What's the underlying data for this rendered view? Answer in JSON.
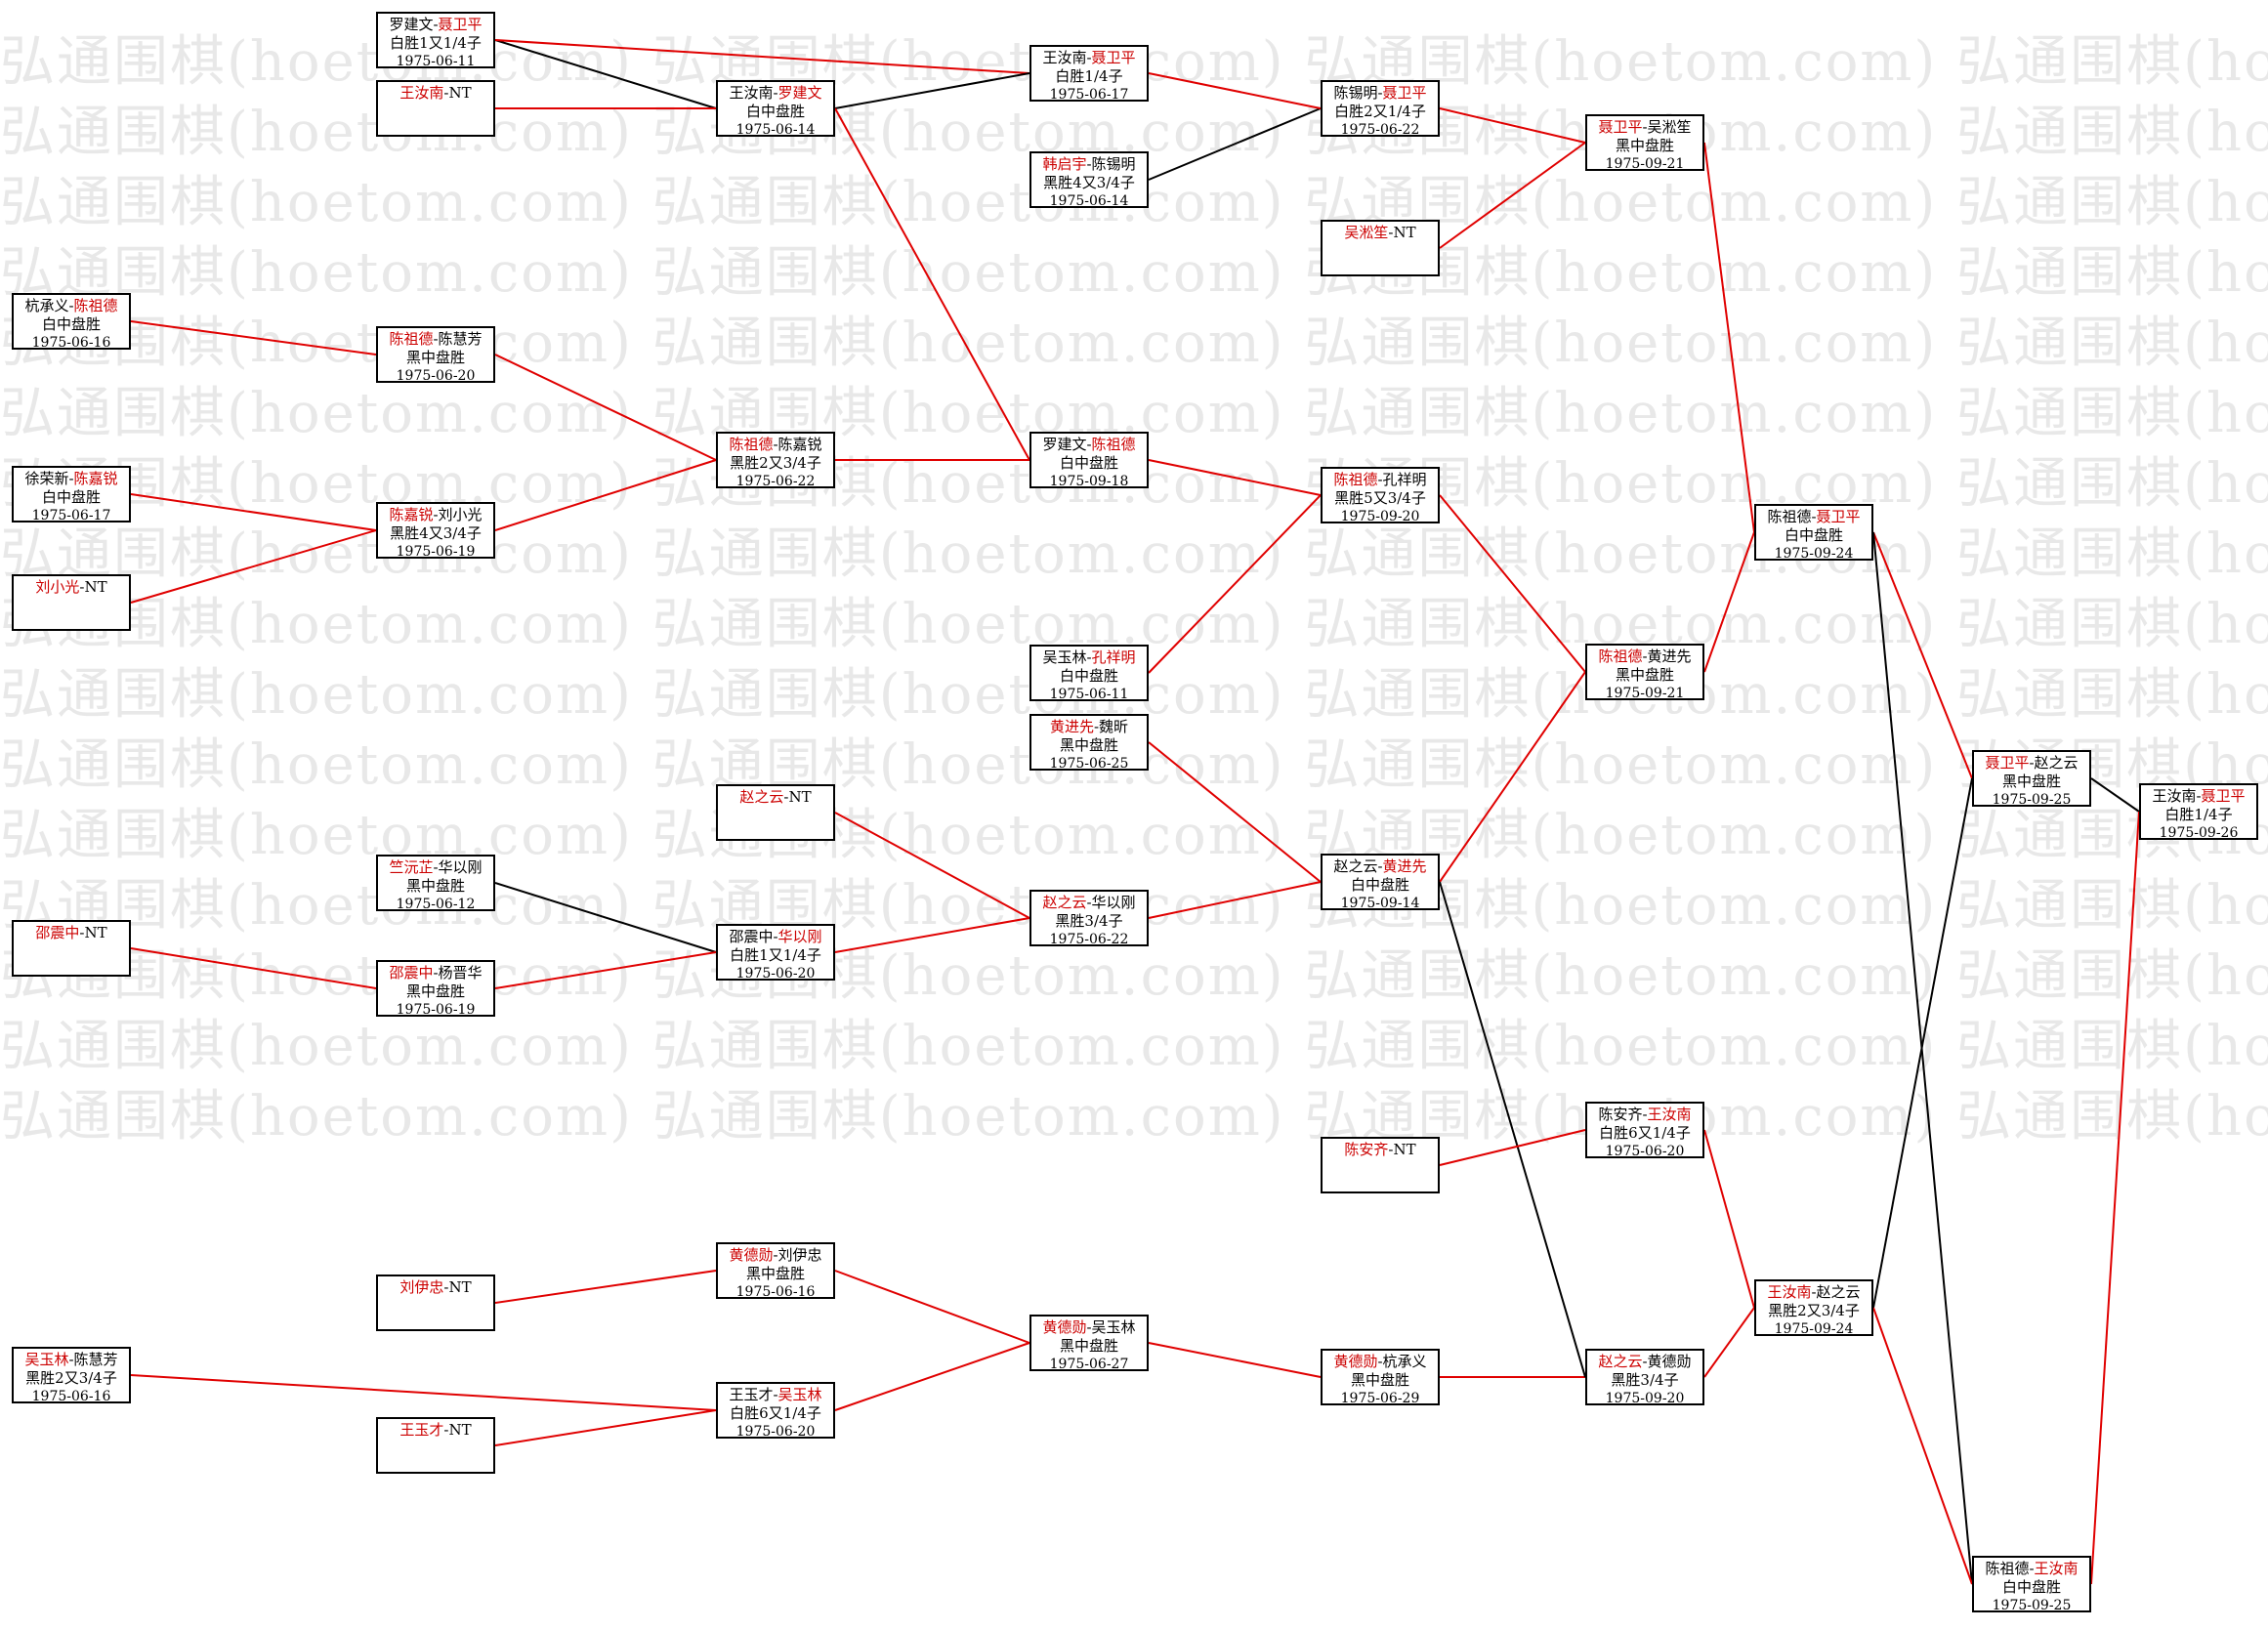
{
  "watermark_text": "弘通围棋(hoetom.com)",
  "colors": {
    "winner": "#cc0000",
    "line_win": "#e00000",
    "line_other": "#000000",
    "border": "#000000"
  },
  "matches": [
    {
      "id": "m1",
      "p1": "罗建文",
      "p2": "聂卫平",
      "winner": 2,
      "result": "白胜1又1/4子",
      "date": "1975-06-11"
    },
    {
      "id": "m2",
      "p1": "王汝南",
      "p2": "",
      "winner": 1,
      "result": "",
      "date": "",
      "nt": "NT"
    },
    {
      "id": "m3",
      "p1": "杭承义",
      "p2": "陈祖德",
      "winner": 2,
      "result": "白中盘胜",
      "date": "1975-06-16"
    },
    {
      "id": "m4",
      "p1": "徐荣新",
      "p2": "陈嘉锐",
      "winner": 2,
      "result": "白中盘胜",
      "date": "1975-06-17"
    },
    {
      "id": "m5",
      "p1": "刘小光",
      "p2": "",
      "winner": 1,
      "result": "",
      "date": "",
      "nt": "NT"
    },
    {
      "id": "m6",
      "p1": "邵震中",
      "p2": "",
      "winner": 1,
      "result": "",
      "date": "",
      "nt": "NT"
    },
    {
      "id": "m7",
      "p1": "吴玉林",
      "p2": "陈慧芳",
      "winner": 1,
      "result": "黑胜2又3/4子",
      "date": "1975-06-16"
    },
    {
      "id": "m8",
      "p1": "王汝南",
      "p2": "罗建文",
      "winner": 2,
      "result": "白中盘胜",
      "date": "1975-06-14"
    },
    {
      "id": "m9",
      "p1": "陈祖德",
      "p2": "陈慧芳",
      "winner": 1,
      "result": "黑中盘胜",
      "date": "1975-06-20"
    },
    {
      "id": "m10",
      "p1": "陈嘉锐",
      "p2": "刘小光",
      "winner": 1,
      "result": "黑胜4又3/4子",
      "date": "1975-06-19"
    },
    {
      "id": "m11",
      "p1": "竺沅芷",
      "p2": "华以刚",
      "winner": 1,
      "result": "黑中盘胜",
      "date": "1975-06-12"
    },
    {
      "id": "m12",
      "p1": "邵震中",
      "p2": "杨晋华",
      "winner": 1,
      "result": "黑中盘胜",
      "date": "1975-06-19"
    },
    {
      "id": "m13",
      "p1": "刘伊忠",
      "p2": "",
      "winner": 1,
      "result": "",
      "date": "",
      "nt": "NT"
    },
    {
      "id": "m14",
      "p1": "王玉才",
      "p2": "",
      "winner": 1,
      "result": "",
      "date": "",
      "nt": "NT"
    },
    {
      "id": "m15",
      "p1": "陈祖德",
      "p2": "陈嘉锐",
      "winner": 1,
      "result": "黑胜2又3/4子",
      "date": "1975-06-22"
    },
    {
      "id": "m16",
      "p1": "赵之云",
      "p2": "",
      "winner": 1,
      "result": "",
      "date": "",
      "nt": "NT"
    },
    {
      "id": "m17",
      "p1": "邵震中",
      "p2": "华以刚",
      "winner": 2,
      "result": "白胜1又1/4子",
      "date": "1975-06-20"
    },
    {
      "id": "m18",
      "p1": "黄德勋",
      "p2": "刘伊忠",
      "winner": 1,
      "result": "黑中盘胜",
      "date": "1975-06-16"
    },
    {
      "id": "m19",
      "p1": "王玉才",
      "p2": "吴玉林",
      "winner": 2,
      "result": "白胜6又1/4子",
      "date": "1975-06-20"
    },
    {
      "id": "m20",
      "p1": "王汝南",
      "p2": "聂卫平",
      "winner": 2,
      "result": "白胜1/4子",
      "date": "1975-06-17"
    },
    {
      "id": "m21",
      "p1": "韩启宇",
      "p2": "陈锡明",
      "winner": 1,
      "result": "黑胜4又3/4子",
      "date": "1975-06-14"
    },
    {
      "id": "m22",
      "p1": "罗建文",
      "p2": "陈祖德",
      "winner": 2,
      "result": "白中盘胜",
      "date": "1975-09-18"
    },
    {
      "id": "m23",
      "p1": "吴玉林",
      "p2": "孔祥明",
      "winner": 2,
      "result": "白中盘胜",
      "date": "1975-06-11"
    },
    {
      "id": "m24",
      "p1": "黄进先",
      "p2": "魏昕",
      "winner": 1,
      "result": "黑中盘胜",
      "date": "1975-06-25"
    },
    {
      "id": "m25",
      "p1": "赵之云",
      "p2": "华以刚",
      "winner": 1,
      "result": "黑胜3/4子",
      "date": "1975-06-22"
    },
    {
      "id": "m26",
      "p1": "黄德勋",
      "p2": "吴玉林",
      "winner": 1,
      "result": "黑中盘胜",
      "date": "1975-06-27"
    },
    {
      "id": "m27",
      "p1": "陈锡明",
      "p2": "聂卫平",
      "winner": 2,
      "result": "白胜2又1/4子",
      "date": "1975-06-22"
    },
    {
      "id": "m28",
      "p1": "吴淞笙",
      "p2": "",
      "winner": 1,
      "result": "",
      "date": "",
      "nt": "NT"
    },
    {
      "id": "m29",
      "p1": "陈祖德",
      "p2": "孔祥明",
      "winner": 1,
      "result": "黑胜5又3/4子",
      "date": "1975-09-20"
    },
    {
      "id": "m30",
      "p1": "赵之云",
      "p2": "黄进先",
      "winner": 2,
      "result": "白中盘胜",
      "date": "1975-09-14"
    },
    {
      "id": "m31",
      "p1": "陈安齐",
      "p2": "",
      "winner": 1,
      "result": "",
      "date": "",
      "nt": "NT"
    },
    {
      "id": "m32",
      "p1": "黄德勋",
      "p2": "杭承义",
      "winner": 1,
      "result": "黑中盘胜",
      "date": "1975-06-29"
    },
    {
      "id": "m33",
      "p1": "聂卫平",
      "p2": "吴淞笙",
      "winner": 1,
      "result": "黑中盘胜",
      "date": "1975-09-21"
    },
    {
      "id": "m34",
      "p1": "陈祖德",
      "p2": "黄进先",
      "winner": 1,
      "result": "黑中盘胜",
      "date": "1975-09-21"
    },
    {
      "id": "m35",
      "p1": "陈安齐",
      "p2": "王汝南",
      "winner": 2,
      "result": "白胜6又1/4子",
      "date": "1975-06-20"
    },
    {
      "id": "m36",
      "p1": "赵之云",
      "p2": "黄德勋",
      "winner": 1,
      "result": "黑胜3/4子",
      "date": "1975-09-20"
    },
    {
      "id": "m37",
      "p1": "陈祖德",
      "p2": "聂卫平",
      "winner": 2,
      "result": "白中盘胜",
      "date": "1975-09-24"
    },
    {
      "id": "m38",
      "p1": "王汝南",
      "p2": "赵之云",
      "winner": 1,
      "result": "黑胜2又3/4子",
      "date": "1975-09-24"
    },
    {
      "id": "m39",
      "p1": "聂卫平",
      "p2": "赵之云",
      "winner": 1,
      "result": "黑中盘胜",
      "date": "1975-09-25"
    },
    {
      "id": "m40",
      "p1": "陈祖德",
      "p2": "王汝南",
      "winner": 2,
      "result": "白中盘胜",
      "date": "1975-09-25"
    },
    {
      "id": "m41",
      "p1": "王汝南",
      "p2": "聂卫平",
      "winner": 2,
      "result": "白胜1/4子",
      "date": "1975-09-26"
    }
  ],
  "edges": [
    {
      "from": "m1",
      "to": "m8",
      "win": false
    },
    {
      "from": "m2",
      "to": "m8",
      "win": true
    },
    {
      "from": "m1",
      "to": "m20",
      "win": true
    },
    {
      "from": "m8",
      "to": "m20",
      "win": false
    },
    {
      "from": "m8",
      "to": "m22",
      "win": true
    },
    {
      "from": "m3",
      "to": "m9",
      "win": true
    },
    {
      "from": "m4",
      "to": "m10",
      "win": true
    },
    {
      "from": "m5",
      "to": "m10",
      "win": true
    },
    {
      "from": "m9",
      "to": "m15",
      "win": true
    },
    {
      "from": "m10",
      "to": "m15",
      "win": true
    },
    {
      "from": "m15",
      "to": "m22",
      "win": true
    },
    {
      "from": "m22",
      "to": "m29",
      "win": true
    },
    {
      "from": "m21",
      "to": "m27",
      "win": false
    },
    {
      "from": "m20",
      "to": "m27",
      "win": true
    },
    {
      "from": "m27",
      "to": "m33",
      "win": true
    },
    {
      "from": "m28",
      "to": "m33",
      "win": true
    },
    {
      "from": "m23",
      "to": "m29",
      "win": true
    },
    {
      "from": "m24",
      "to": "m30",
      "win": true
    },
    {
      "from": "m25",
      "to": "m30",
      "win": true
    },
    {
      "from": "m11",
      "to": "m17",
      "win": false
    },
    {
      "from": "m12",
      "to": "m17",
      "win": true
    },
    {
      "from": "m6",
      "to": "m12",
      "win": true
    },
    {
      "from": "m16",
      "to": "m25",
      "win": true
    },
    {
      "from": "m17",
      "to": "m25",
      "win": true
    },
    {
      "from": "m29",
      "to": "m34",
      "win": true
    },
    {
      "from": "m30",
      "to": "m34",
      "win": true
    },
    {
      "from": "m33",
      "to": "m37",
      "win": true
    },
    {
      "from": "m34",
      "to": "m37",
      "win": true
    },
    {
      "from": "m13",
      "to": "m18",
      "win": true
    },
    {
      "from": "m7",
      "to": "m19",
      "win": true
    },
    {
      "from": "m14",
      "to": "m19",
      "win": true
    },
    {
      "from": "m18",
      "to": "m26",
      "win": true
    },
    {
      "from": "m19",
      "to": "m26",
      "win": true
    },
    {
      "from": "m26",
      "to": "m32",
      "win": true
    },
    {
      "from": "m32",
      "to": "m36",
      "win": true
    },
    {
      "from": "m30",
      "to": "m36",
      "win": false
    },
    {
      "from": "m31",
      "to": "m35",
      "win": true
    },
    {
      "from": "m35",
      "to": "m38",
      "win": true
    },
    {
      "from": "m36",
      "to": "m38",
      "win": true
    },
    {
      "from": "m37",
      "to": "m39",
      "win": true
    },
    {
      "from": "m38",
      "to": "m39",
      "win": false
    },
    {
      "from": "m37",
      "to": "m40",
      "win": false
    },
    {
      "from": "m38",
      "to": "m40",
      "win": true
    },
    {
      "from": "m39",
      "to": "m41",
      "win": false
    },
    {
      "from": "m40",
      "to": "m41",
      "win": true
    }
  ]
}
